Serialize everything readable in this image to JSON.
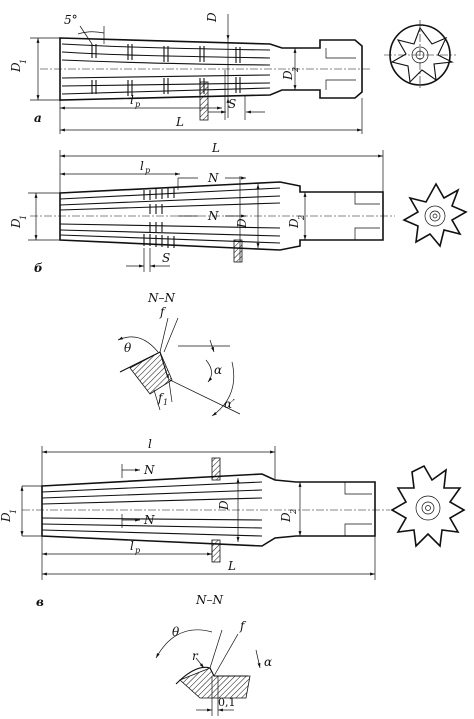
{
  "figure_a": {
    "marker": "а",
    "angle": "5°",
    "D": "D",
    "D1": "D",
    "D1_sub": "1",
    "D2": "D",
    "D2_sub": "2",
    "lp": "l",
    "lp_sub": "р",
    "S": "S",
    "L": "L"
  },
  "figure_b": {
    "marker": "б",
    "L": "L",
    "lp": "l",
    "lp_sub": "р",
    "N_top": "N",
    "N_mid": "N",
    "D": "D",
    "D1": "D",
    "D1_sub": "1",
    "D2": "D",
    "D2_sub": "2",
    "S": "S"
  },
  "section_b": {
    "title": "N–N",
    "f": "f",
    "theta": "θ",
    "alpha": "α",
    "f1": "f",
    "f1_sub": "1",
    "alpha_prime": "α′"
  },
  "figure_c": {
    "marker": "в",
    "l": "l",
    "N_top": "N",
    "N_bottom": "N",
    "D": "D",
    "D1": "D",
    "D1_sub": "1",
    "D2": "D",
    "D2_sub": "2",
    "lp": "l",
    "lp_sub": "р",
    "L": "L"
  },
  "section_c": {
    "title": "N–N",
    "theta": "θ",
    "f": "f",
    "r": "r",
    "alpha": "α",
    "dim": "0,1"
  }
}
